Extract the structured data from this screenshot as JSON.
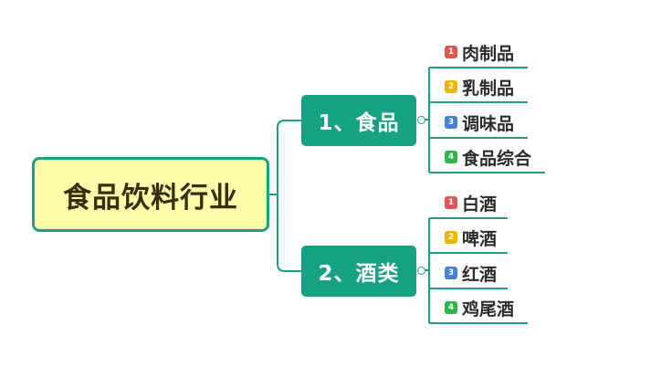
{
  "root": {
    "title": "食品饮料行业"
  },
  "colors": {
    "line": "#1e9e82",
    "root_fill": "#fdfca8",
    "branch_fill": "#16a084",
    "priority": {
      "1": "#e05555",
      "2": "#f0b400",
      "3": "#4a7ed0",
      "4": "#2fb54a"
    }
  },
  "branches": [
    {
      "label": "1、食品",
      "children": [
        {
          "priority": "1",
          "label": "肉制品"
        },
        {
          "priority": "2",
          "label": "乳制品"
        },
        {
          "priority": "3",
          "label": "调味品"
        },
        {
          "priority": "4",
          "label": "食品综合"
        }
      ]
    },
    {
      "label": "2、酒类",
      "children": [
        {
          "priority": "1",
          "label": "白酒"
        },
        {
          "priority": "2",
          "label": "啤酒"
        },
        {
          "priority": "3",
          "label": "红酒"
        },
        {
          "priority": "4",
          "label": "鸡尾酒"
        }
      ]
    }
  ]
}
